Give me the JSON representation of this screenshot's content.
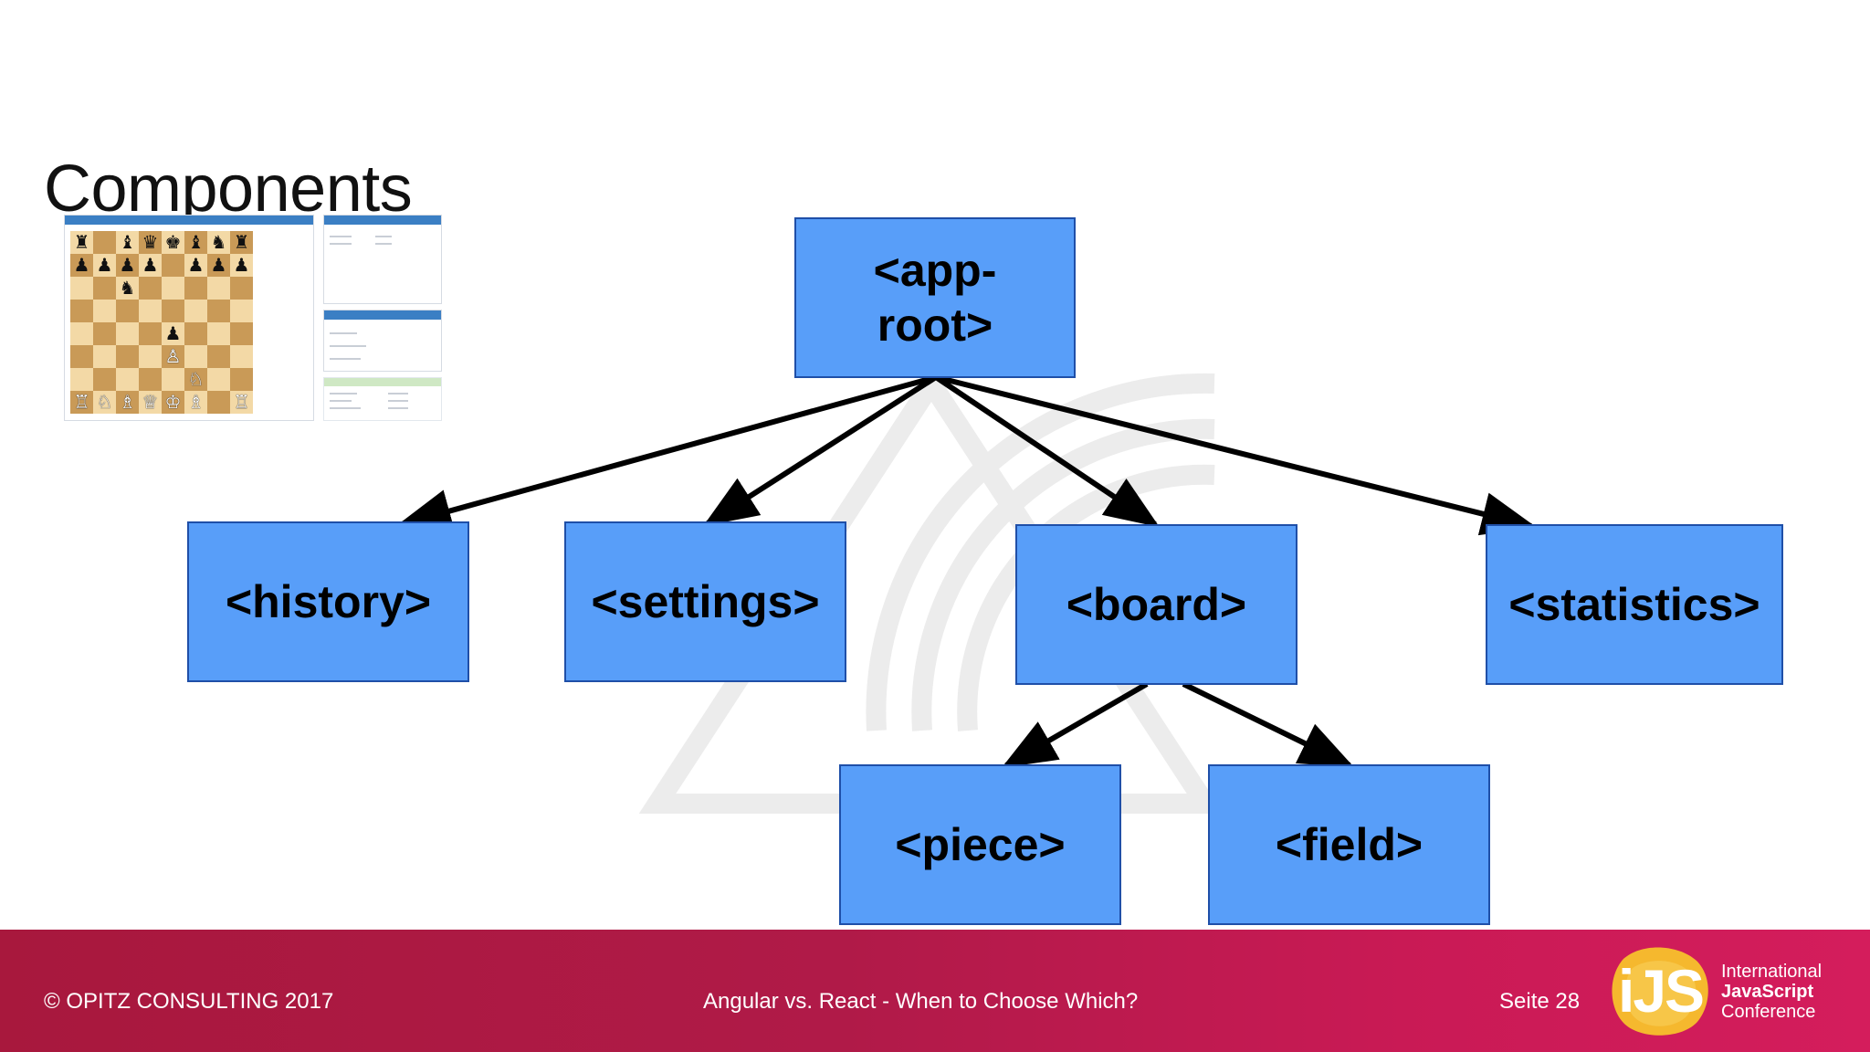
{
  "slide": {
    "title": "Components"
  },
  "diagram": {
    "nodes": {
      "app_root_line1": "<app-",
      "app_root_line2": "root>",
      "history": "<history>",
      "settings": "<settings>",
      "board": "<board>",
      "statistics": "<statistics>",
      "piece": "<piece>",
      "field": "<field>"
    },
    "colors": {
      "node_fill": "#589ef9",
      "node_border": "#1f4fa8",
      "arrow": "#000000"
    }
  },
  "footer": {
    "copyright": "© OPITZ CONSULTING 2017",
    "talk_title": "Angular vs. React - When to Choose Which?",
    "page": "Seite 28",
    "logo_mark": "iJS",
    "conference_line1": "International",
    "conference_line2": "JavaScript",
    "conference_line3": "Conference",
    "colors": {
      "bar_start": "#a8183d",
      "bar_end": "#d41d5c",
      "logo": "#f5b82e"
    }
  }
}
